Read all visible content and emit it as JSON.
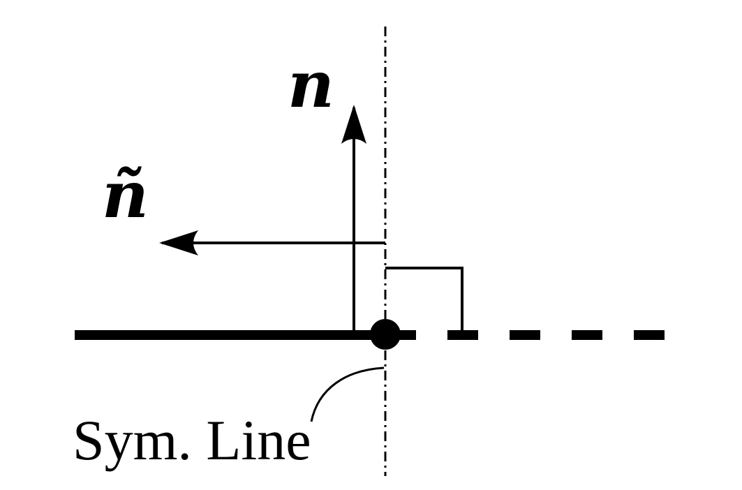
{
  "labels": {
    "n": "n",
    "n_tilde": "ñ",
    "symmetry_line": "Sym. Line"
  },
  "colors": {
    "ink": "#000000",
    "background": "#ffffff"
  }
}
